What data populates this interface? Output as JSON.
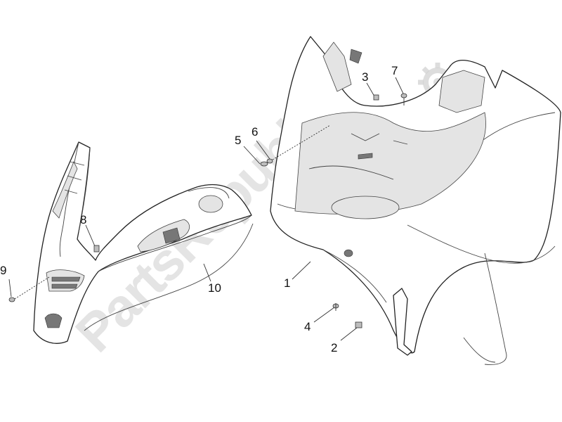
{
  "watermark": "PartsRepublik",
  "callouts": [
    {
      "id": "1",
      "label": "1"
    },
    {
      "id": "2",
      "label": "2"
    },
    {
      "id": "3",
      "label": "3"
    },
    {
      "id": "4",
      "label": "4"
    },
    {
      "id": "5",
      "label": "5"
    },
    {
      "id": "6",
      "label": "6"
    },
    {
      "id": "7",
      "label": "7"
    },
    {
      "id": "8",
      "label": "8"
    },
    {
      "id": "9",
      "label": "9"
    },
    {
      "id": "10",
      "label": "10"
    }
  ]
}
